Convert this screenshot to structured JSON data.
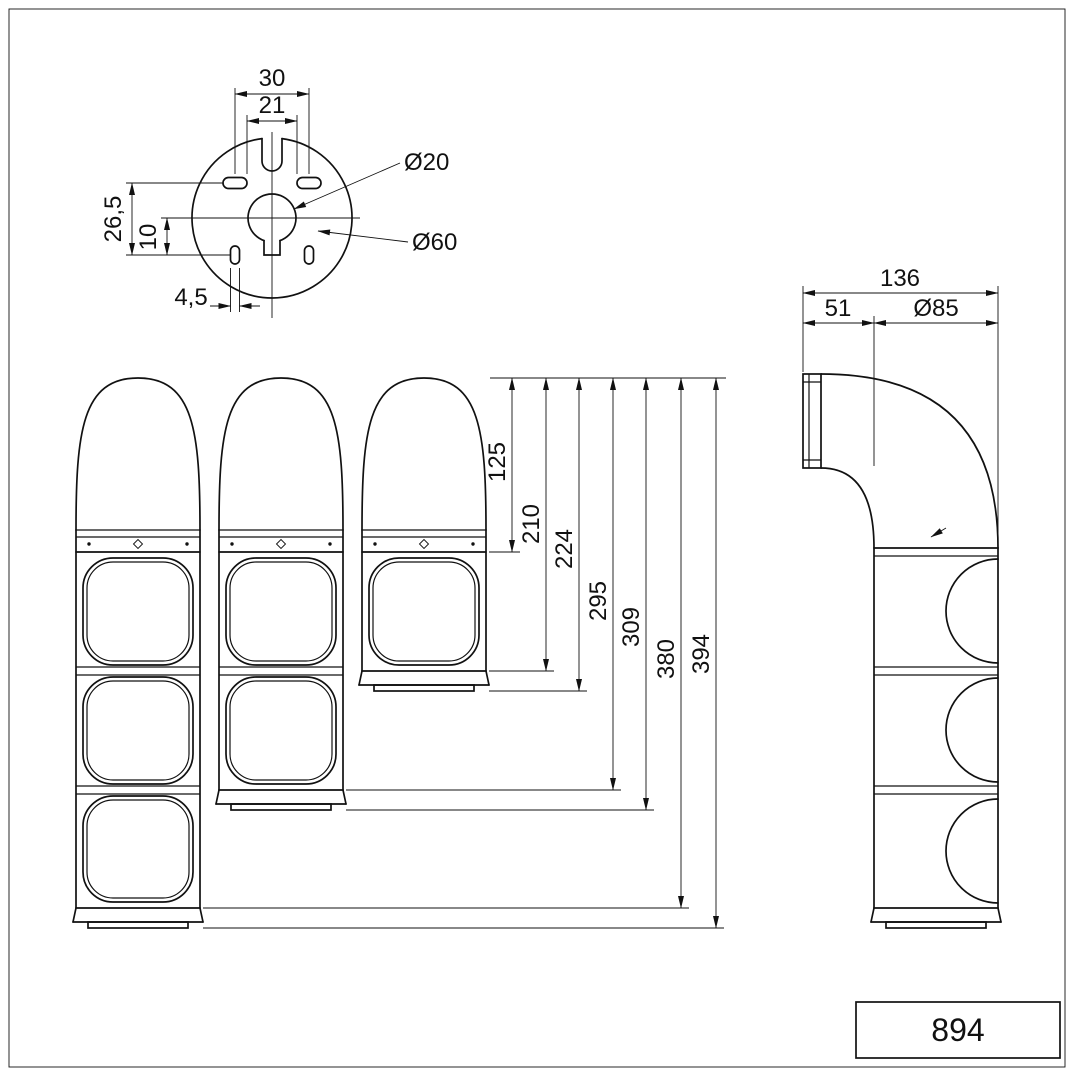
{
  "top_view": {
    "dim_30": "30",
    "dim_21": "21",
    "dim_d20": "Ø20",
    "dim_d60": "Ø60",
    "dim_26_5": "26,5",
    "dim_10": "10",
    "dim_4_5": "4,5"
  },
  "front_view": {
    "dim_125": "125",
    "dim_210": "210",
    "dim_224": "224",
    "dim_295": "295",
    "dim_309": "309",
    "dim_380": "380",
    "dim_394": "394"
  },
  "side_view": {
    "dim_136": "136",
    "dim_51": "51",
    "dim_d85": "Ø85"
  },
  "title_block": {
    "part_number": "894"
  }
}
